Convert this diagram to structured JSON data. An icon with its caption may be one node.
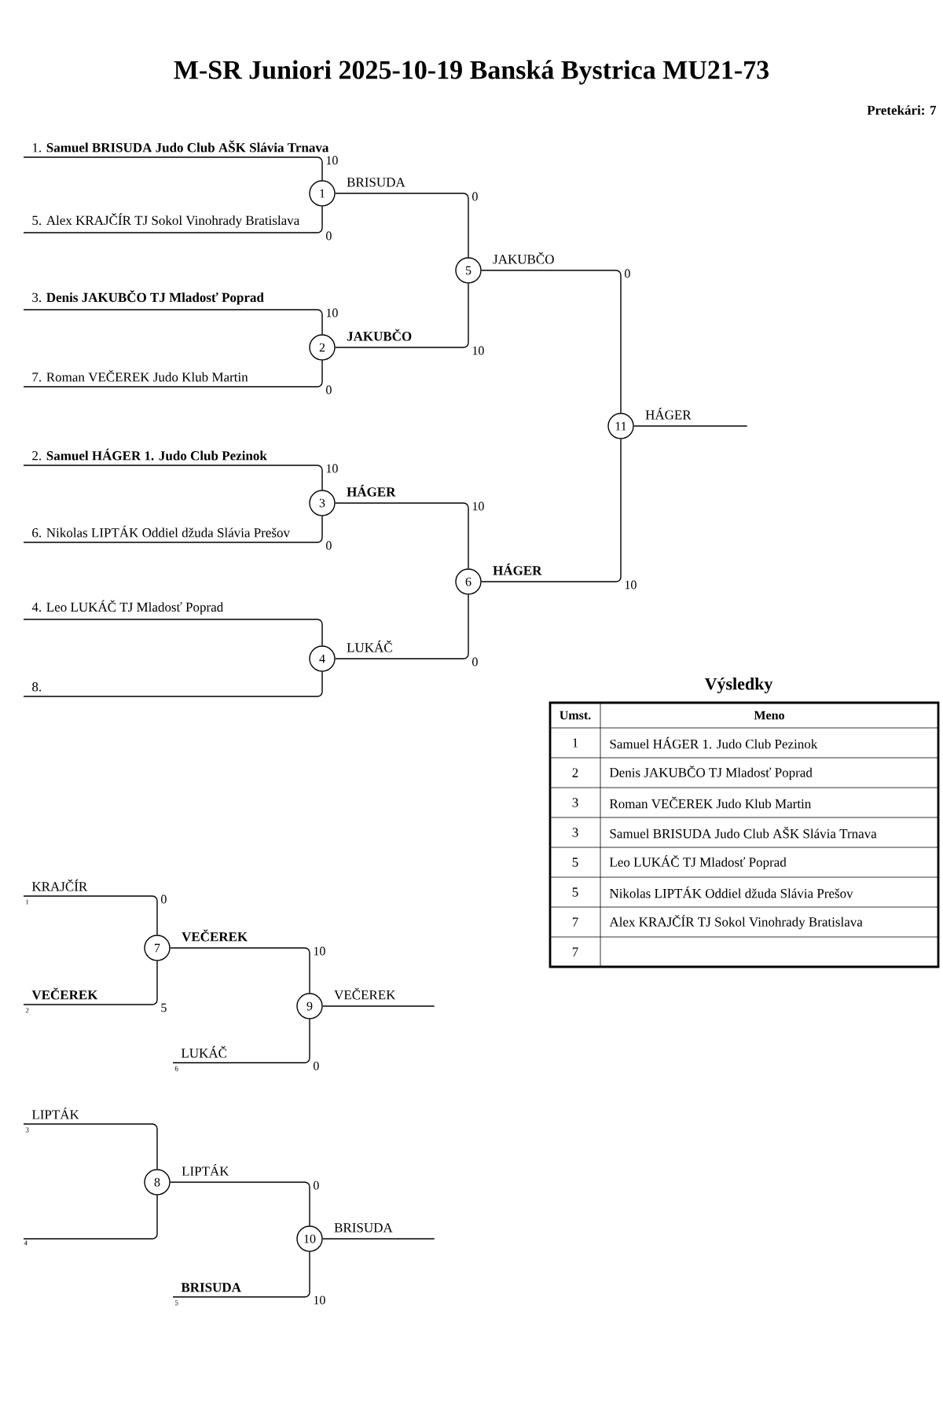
{
  "diagram": {
    "title": "M-SR Juniori 2025-10-19 Banská Bystrica MU21-73",
    "nodes": [
      {
        "text": [
          "1. **Samuel BRISUDA Judo Club AŠK Slávia Trnava**"
        ]
      },
      {
        "text": [
          "5. Alex KRAJČÍR TJ Sokol Vinohrady Bratislava"
        ]
      },
      {
        "text": [
          "3. **Denis JAKUBČO TJ Mladosť Poprad**"
        ]
      },
      {
        "text": [
          "7. Roman VEČEREK Judo Klub Martin"
        ]
      },
      {
        "text": [
          "2. **Samuel HÁGER 1. Judo Club Pezinok**"
        ]
      },
      {
        "text": [
          "6. Nikolas LIPTÁK Oddiel džuda Slávia Prešov"
        ]
      },
      {
        "text": [
          "4. Leo LUKÁČ TJ Mladosť Poprad"
        ]
      },
      {
        "text": [
          "8."
        ]
      },
      {
        "text": [
          "1"
        ],
        "beside": [
          "BRISUDA"
        ]
      },
      {
        "text": [
          "2"
        ],
        "beside": [
          "JAKUBČO"
        ]
      },
      {
        "text": [
          "3"
        ],
        "beside": [
          "HÁGER"
        ]
      },
      {
        "text": [
          "4"
        ],
        "beside": [
          "LUKÁČ"
        ]
      },
      {
        "text": [
          "5"
        ],
        "beside": [
          "JAKUBČO"
        ]
      },
      {
        "text": [
          "6"
        ],
        "beside": [
          "HÁGER"
        ]
      },
      {
        "text": [
          "7"
        ],
        "beside": [
          "VEČEREK"
        ]
      },
      {
        "text": [
          "8"
        ],
        "beside": [
          "LIPTÁK"
        ]
      },
      {
        "text": [
          "9"
        ],
        "beside": [
          "VEČEREK"
        ]
      },
      {
        "text": [
          "10"
        ],
        "beside": [
          "BRISUDA"
        ]
      },
      {
        "text": [
          "11"
        ],
        "beside": [
          "HÁGER"
        ]
      },
      {
        "text": [
          "1",
          "KRAJČÍR"
        ]
      },
      {
        "text": [
          "2",
          "VEČEREK"
        ]
      },
      {
        "text": [
          "6",
          "LUKÁČ"
        ]
      },
      {
        "text": [
          "3",
          "LIPTÁK"
        ]
      },
      {
        "text": [
          "4"
        ]
      },
      {
        "text": [
          "5",
          "BRISUDA"
        ]
      }
    ],
    "edges": [
      {
        "from": 0,
        "to": 8,
        "arrow": "none",
        "label": "10"
      },
      {
        "from": 1,
        "to": 8,
        "arrow": "none",
        "label": "0"
      },
      {
        "from": 2,
        "to": 9,
        "arrow": "none",
        "label": "10"
      },
      {
        "from": 3,
        "to": 9,
        "arrow": "none",
        "label": "0"
      },
      {
        "from": 4,
        "to": 10,
        "arrow": "none",
        "label": "10"
      },
      {
        "from": 5,
        "to": 10,
        "arrow": "none",
        "label": "0"
      },
      {
        "from": 6,
        "to": 11,
        "arrow": "none"
      },
      {
        "from": 7,
        "to": 11,
        "arrow": "none"
      },
      {
        "from": 8,
        "to": 12,
        "arrow": "none",
        "label": "0"
      },
      {
        "from": 9,
        "to": 12,
        "arrow": "none",
        "label": "10"
      },
      {
        "from": 10,
        "to": 13,
        "arrow": "none",
        "label": "10"
      },
      {
        "from": 11,
        "to": 13,
        "arrow": "none",
        "label": "0"
      },
      {
        "from": 12,
        "to": 18,
        "arrow": "none",
        "label": "0"
      },
      {
        "from": 13,
        "to": 18,
        "arrow": "none",
        "label": "10"
      },
      {
        "from": 18,
        "to": null,
        "arrow": "none"
      },
      {
        "from": 19,
        "to": 14,
        "arrow": "none",
        "label": "0"
      },
      {
        "from": 20,
        "to": 14,
        "arrow": "none",
        "label": "5"
      },
      {
        "from": 14,
        "to": 16,
        "arrow": "none",
        "label": "10"
      },
      {
        "from": 21,
        "to": 16,
        "arrow": "none",
        "label": "0"
      },
      {
        "from": 16,
        "to": null,
        "arrow": "none"
      },
      {
        "from": 22,
        "to": 15,
        "arrow": "none"
      },
      {
        "from": 23,
        "to": 15,
        "arrow": "none"
      },
      {
        "from": 15,
        "to": 17,
        "arrow": "none",
        "label": "0"
      },
      {
        "from": 24,
        "to": 17,
        "arrow": "none",
        "label": "10"
      },
      {
        "from": 17,
        "to": null,
        "arrow": "none"
      }
    ],
    "labels": [
      "Pretekári: 7",
      "Výsledky",
      "Umst.",
      "Meno",
      "1",
      "Samuel HÁGER 1. Judo Club Pezinok",
      "2",
      "Denis JAKUBČO TJ Mladosť Poprad",
      "3",
      "Roman VEČEREK Judo Klub Martin",
      "3",
      "Samuel BRISUDA Judo Club AŠK Slávia Trnava",
      "5",
      "Leo LUKÁČ TJ Mladosť Poprad",
      "5",
      "Nikolas LIPTÁK Oddiel džuda Slávia Prešov",
      "7",
      "Alex KRAJČÍR TJ Sokol Vinohrady Bratislava",
      "7"
    ]
  }
}
